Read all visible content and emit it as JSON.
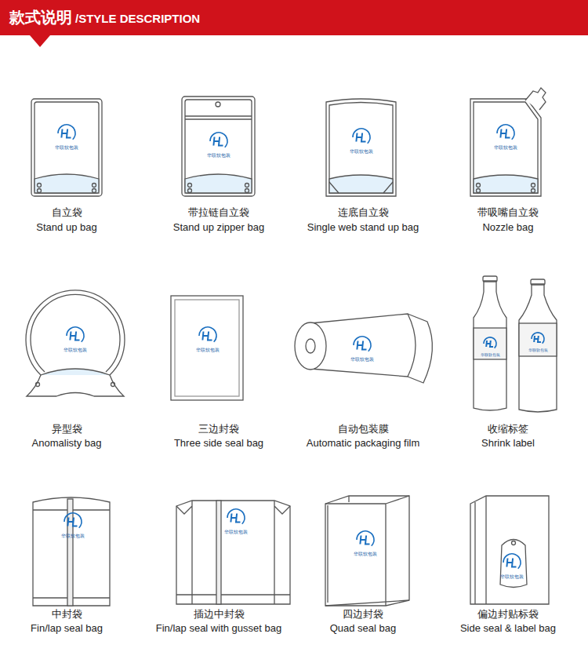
{
  "diagram": {
    "title": "款式说明",
    "labels": [
      "/STYLE DESCRIPTION",
      "自立袋",
      "Stand up bag",
      "带拉链自立袋",
      "Stand up zipper bag",
      "连底自立袋",
      "Single web stand up bag",
      "带吸嘴自立袋",
      "Nozzle bag",
      "异型袋",
      "Anomalisty bag",
      "三边封袋",
      "Three side seal bag",
      "自动包装膜",
      "Automatic packaging film",
      "收缩标签",
      "Shrink label",
      "中封袋",
      "Fin/lap seal bag",
      "插边中封袋",
      "Fin/lap seal with gusset bag",
      "四边封袋",
      "Quad seal bag",
      "偏边封贴标袋",
      "Side seal & label bag",
      "华联软包装",
      "华联软包装",
      "华联软包装",
      "华联软包装",
      "华联软包装",
      "华联软包装",
      "华联软包装",
      "华联软包装",
      "华联软包装",
      "华联软包装",
      "华联软包装",
      "华联软包装",
      "华联软包装"
    ]
  }
}
